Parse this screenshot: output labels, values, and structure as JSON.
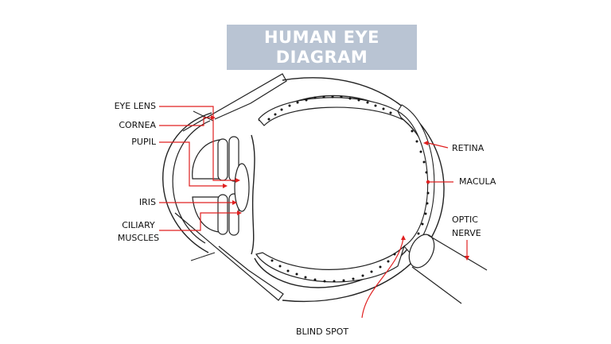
{
  "title": {
    "line1": "HUMAN EYE",
    "line2": "DIAGRAM"
  },
  "labels": {
    "eye_lens": "EYE LENS",
    "cornea": "CORNEA",
    "pupil": "PUPIL",
    "iris": "IRIS",
    "ciliary_muscles": "CILIARY MUSCLES",
    "retina": "RETINA",
    "macula": "MACULA",
    "optic_nerve": "OPTIC NERVE",
    "blind_spot": "BLIND SPOT"
  },
  "colors": {
    "title_bg": "#b9c4d3",
    "pointer": "#e02020",
    "outline": "#222222"
  }
}
